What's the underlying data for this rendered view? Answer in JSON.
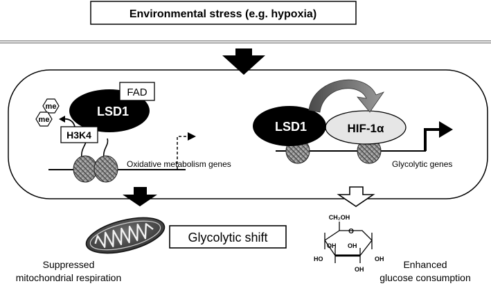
{
  "stress_box": {
    "label": "Environmental stress (e.g. hypoxia)"
  },
  "left_complex": {
    "enzyme": "LSD1",
    "cofactor": "FAD",
    "histone_mark": "H3K4",
    "methyl_tags": [
      "me",
      "me"
    ],
    "gene_label": "Oxidative metabolism genes"
  },
  "right_complex": {
    "enzyme": "LSD1",
    "factor": "HIF-1α",
    "gene_label": "Glycolytic genes"
  },
  "outcome_box": {
    "label": "Glycolytic shift"
  },
  "left_outcome": {
    "line1": "Suppressed",
    "line2": "mitochondrial respiration"
  },
  "right_outcome": {
    "line1": "Enhanced",
    "line2": "glucose consumption"
  },
  "glucose": {
    "ch2oh": "CH₂OH",
    "ring_o": "O",
    "oh_labels": [
      "OH",
      "OH",
      "HO",
      "OH",
      "OH"
    ]
  }
}
